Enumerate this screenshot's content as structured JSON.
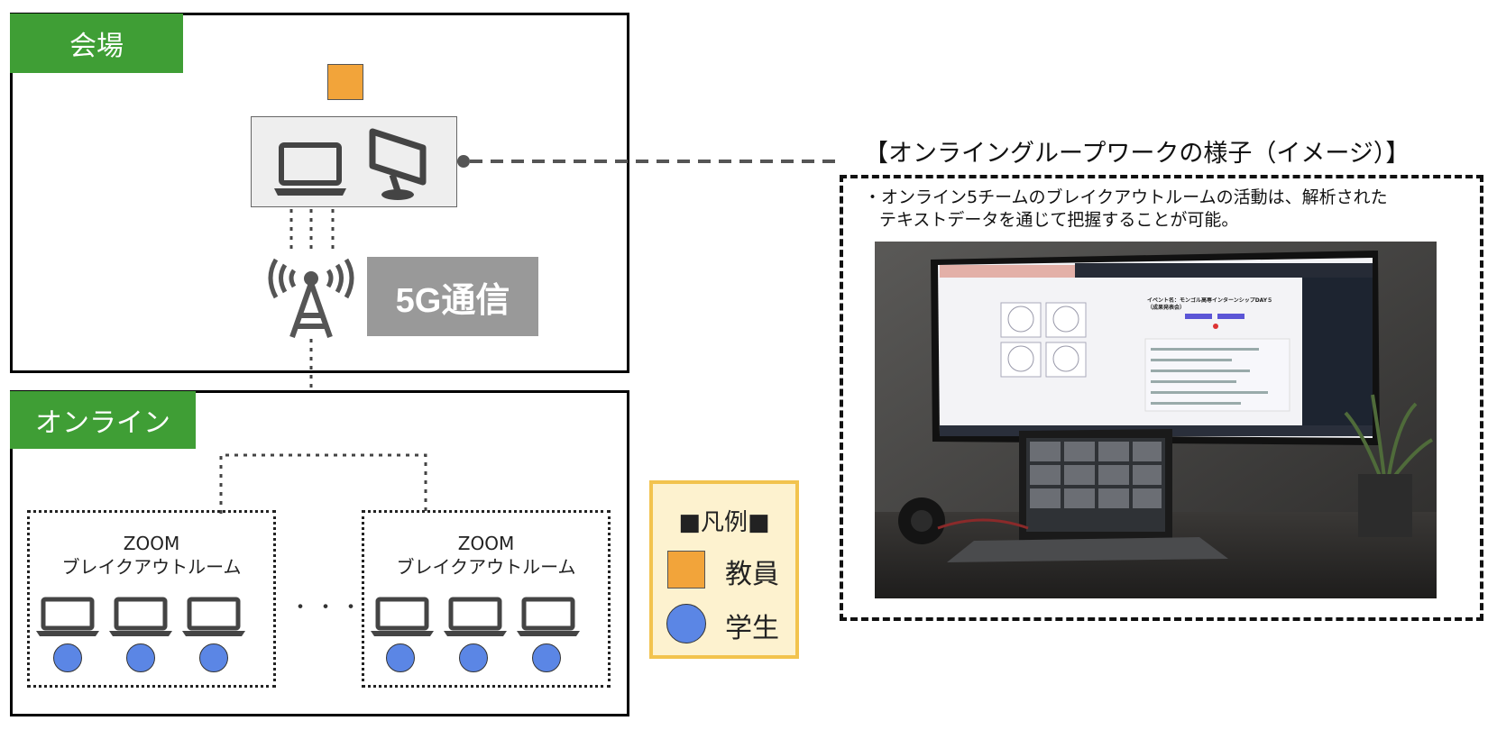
{
  "venue": {
    "tag_label": "会場",
    "signal_label": "5G通信"
  },
  "online": {
    "tag_label": "オンライン",
    "rooms": [
      {
        "line1": "ZOOM",
        "line2": "ブレイクアウトルーム"
      },
      {
        "line1": "ZOOM",
        "line2": "ブレイクアウトルーム"
      }
    ],
    "ellipsis": "・・・"
  },
  "legend": {
    "title": "■凡例■",
    "teacher_label": "教員",
    "student_label": "学生"
  },
  "groupwork": {
    "title": "【オンライングループワークの様子（イメージ）】",
    "note_line1": "・オンライン5チームのブレイクアウトルームの活動は、解析された",
    "note_line2": "テキストデータを通じて把握することが可能。",
    "screen_heading": "イベント名：モンゴル高専インターンシップDAY５（成果発表会）"
  },
  "colors": {
    "tag_green": "#3f9e35",
    "teacher_orange": "#f2a43a",
    "student_blue": "#5b86e5",
    "legend_fill": "#fdf2cf",
    "legend_border": "#f2c34e",
    "signal_gray": "#999999"
  }
}
